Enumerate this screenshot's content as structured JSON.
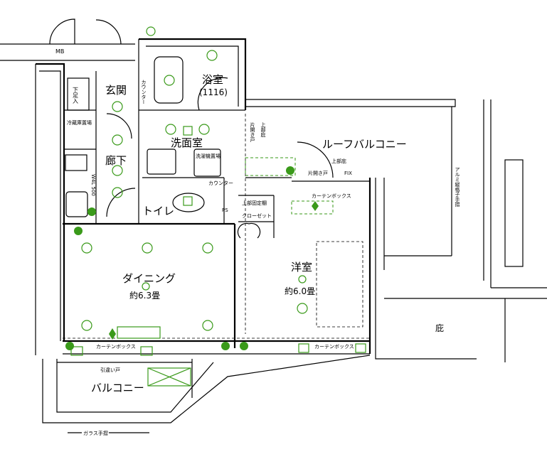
{
  "plan": {
    "rooms": {
      "entrance": "玄関",
      "bathroom": "浴室",
      "bathroom_size": "(1116)",
      "washroom": "洗面室",
      "hallway": "廊下",
      "toilet": "トイレ",
      "dining": "ダイニング",
      "dining_area": "約6.3畳",
      "western_room": "洋室",
      "western_area": "約6.0畳",
      "roof_balcony": "ルーフバルコニー",
      "balcony": "バルコニー",
      "eaves": "庇"
    },
    "labels": {
      "mb": "MB",
      "shoe_storage": "下足入",
      "counter_entrance": "カウンター",
      "fridge_space": "冷蔵庫置場",
      "washer_space": "洗濯機置場",
      "counter_washroom": "カウンター",
      "single_door_1": "片開き戸",
      "upper_eaves_1": "上部庇",
      "upper_eaves_2": "上部庇",
      "single_door_2": "片開き戸",
      "fix": "FIX",
      "curtain_box_1": "カーテンボックス",
      "curtain_box_2": "カーテンボックス",
      "curtain_box_3": "カーテンボックス",
      "upper_shelf": "上部固定棚",
      "closet": "クローゼット",
      "ps": "PS",
      "wall_dim": "W4L 500",
      "aluminum_rail": "アルミ縦格子手摺",
      "sliding_door": "引違い戸",
      "glass_rail": "ガラス手摺"
    },
    "colors": {
      "fixture": "#3a9a1a",
      "wall": "#000000"
    }
  }
}
